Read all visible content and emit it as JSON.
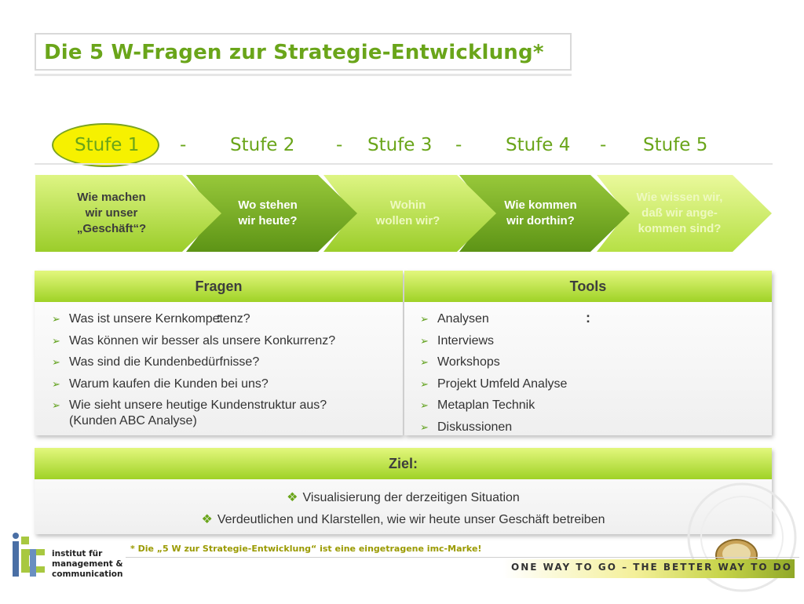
{
  "title": "Die 5 W-Fragen zur Strategie-Entwicklung*",
  "stages": [
    "Stufe 1",
    "Stufe 2",
    "Stufe 3",
    "Stufe 4",
    "Stufe 5"
  ],
  "stage_separator": "-",
  "chevrons": [
    "Wie machen\nwir unser\n„Geschäft“?",
    "Wo stehen\nwir heute?",
    "Wohin\nwollen wir?",
    "Wie kommen\nwir dorthin?",
    "Wie wissen wir,\ndaß wir ange-\nkommen sind?"
  ],
  "fragen": {
    "heading": "Fragen",
    "colon": ":",
    "items": [
      "Was ist unsere Kernkompetenz?",
      "Was können wir besser als unsere Konkurrenz?",
      "Was sind die Kundenbedürfnisse?",
      "Warum kaufen die Kunden bei uns?",
      "Wie sieht unsere heutige Kundenstruktur aus? (Kunden ABC Analyse)"
    ]
  },
  "tools": {
    "heading": "Tools",
    "colon": ":",
    "items": [
      "Analysen",
      "Interviews",
      "Workshops",
      "Projekt Umfeld Analyse",
      "Metaplan Technik",
      "Diskussionen"
    ]
  },
  "ziel": {
    "heading": "Ziel:",
    "items": [
      "Visualisierung der derzeitigen Situation",
      "Verdeutlichen und Klarstellen, wie wir heute unser Geschäft betreiben"
    ]
  },
  "bullet_arrow": "➢",
  "bullet_diamond": "❖",
  "footnote": "* Die „5 W zur Strategie-Entwicklung“ ist eine eingetragene imc-Marke!",
  "slogan": "ONE WAY TO GO – THE BETTER WAY TO DO",
  "logo_text": "institut für\nmanagement &\ncommunication",
  "colors": {
    "accent_green": "#6aa51a",
    "highlight_yellow": "#f6f100",
    "header_green": "#9fd226"
  }
}
